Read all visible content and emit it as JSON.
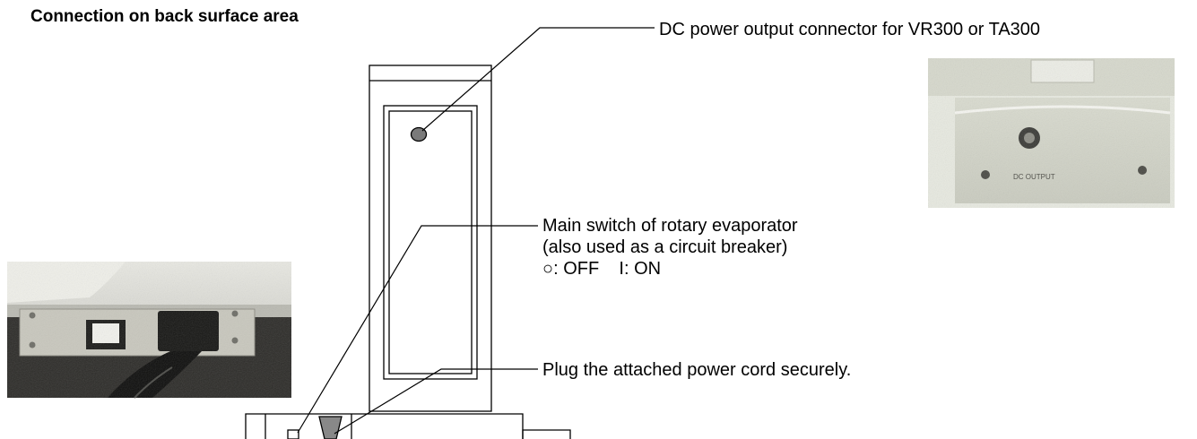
{
  "title": "Connection on back surface area",
  "callouts": {
    "dc_output": "DC power output connector for VR300 or TA300",
    "main_switch": [
      "Main switch of rotary evaporator",
      "(also used as a circuit breaker)",
      "○: OFF    I: ON"
    ],
    "power_cord": "Plug the attached power cord securely."
  },
  "photos": {
    "dc_panel_marking": "DC OUTPUT"
  }
}
